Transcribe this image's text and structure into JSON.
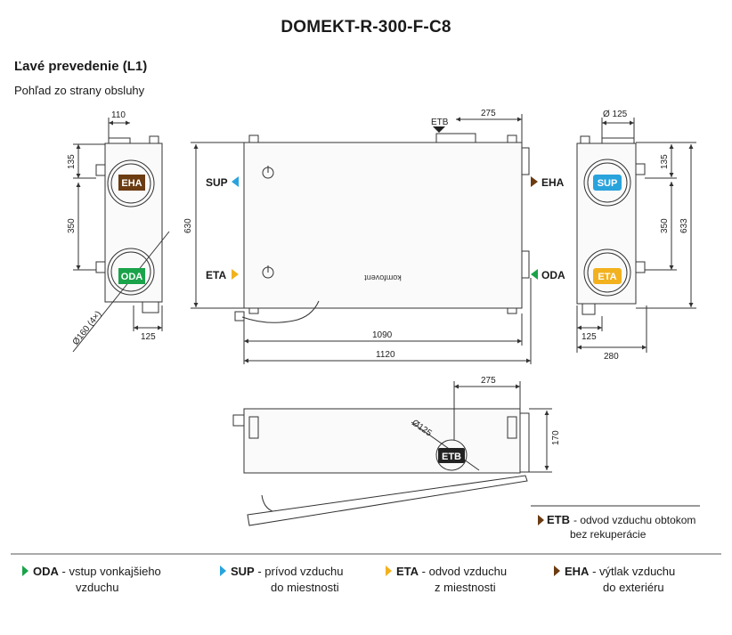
{
  "title": "DOMEKT-R-300-F-C8",
  "subtitle": "Ľavé prevedenie (L1)",
  "view_label": "Pohľad zo strany obsluhy",
  "colors": {
    "eha": "#6b3b12",
    "oda": "#1aa34a",
    "sup": "#29a3dc",
    "eta": "#f2b11e",
    "etb": "#222222"
  },
  "ports": {
    "eha": "EHA",
    "oda": "ODA",
    "sup": "SUP",
    "eta": "ETA",
    "etb": "ETB"
  },
  "brand": "komfovent",
  "dimensions": {
    "left_top_width": "110",
    "left_top_offset": "135",
    "left_mid": "350",
    "left_height": "630",
    "left_bottom": "125",
    "duct_diameter": "Ø160 (4×)",
    "front_top": "275",
    "front_width_inner": "1090",
    "front_width_outer": "1120",
    "right_diameter": "Ø 125",
    "right_top_offset": "135",
    "right_mid": "350",
    "right_height": "633",
    "right_bottom": "125",
    "right_depth": "280",
    "top_view_offset": "275",
    "top_view_height": "170",
    "top_view_diameter": "Ø125"
  },
  "etb_note": {
    "label": "ETB",
    "line1": "- odvod vzduchu obtokom",
    "line2": "bez rekuperácie"
  },
  "legend": [
    {
      "code": "ODA",
      "line1": " - vstup vonkajšieho",
      "line2": "vzduchu"
    },
    {
      "code": "SUP",
      "line1": " - prívod vzduchu",
      "line2": "do miestnosti"
    },
    {
      "code": "ETA",
      "line1": " - odvod vzduchu",
      "line2": "z miestnosti"
    },
    {
      "code": "EHA",
      "line1": " - výtlak vzduchu",
      "line2": "do exteriéru"
    }
  ]
}
